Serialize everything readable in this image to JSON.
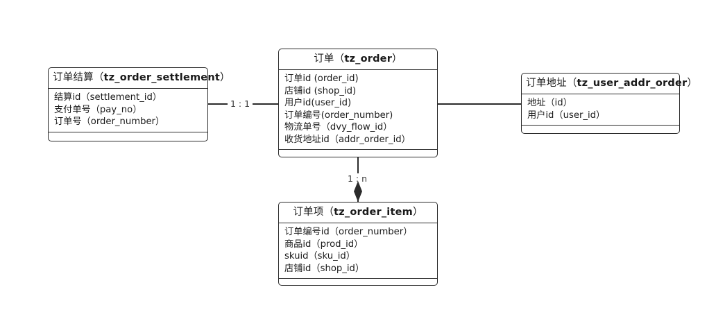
{
  "diagram": {
    "type": "er-diagram",
    "background": "#ffffff",
    "stroke_color": "#2b2b2b",
    "text_color": "#1a1a1a"
  },
  "entities": {
    "order_settlement": {
      "title_cn": "订单结算",
      "title_table": "tz_order_settlement",
      "title_full": "订单结算（tz_order_settlement）",
      "attrs": [
        "结算id（settlement_id）",
        "支付单号（pay_no）",
        "订单号（order_number）"
      ]
    },
    "order": {
      "title_cn": "订单",
      "title_table": "tz_order",
      "title_full": "订单（tz_order）",
      "attrs": [
        "订单id (order_id)",
        "店铺id (shop_id)",
        "用户id(user_id)",
        "订单编号(order_number)",
        "物流单号（dvy_flow_id）",
        "收货地址id（addr_order_id）"
      ]
    },
    "user_addr_order": {
      "title_cn": "订单地址",
      "title_table": "tz_user_addr_order",
      "title_full": "订单地址（tz_user_addr_order）",
      "attrs": [
        "地址（id）",
        "用户id（user_id）"
      ]
    },
    "order_item": {
      "title_cn": "订单项",
      "title_table": "tz_order_item",
      "title_full": "订单项（tz_order_item）",
      "attrs": [
        "订单编号id（order_number）",
        "商品id（prod_id）",
        "skuid（sku_id）",
        "店铺id（shop_id）"
      ]
    }
  },
  "relationships": [
    {
      "id": "settlement-order",
      "from": "order_settlement",
      "to": "order",
      "label": "1 : 1",
      "marker": "none"
    },
    {
      "id": "order-item",
      "from": "order",
      "to": "order_item",
      "label": "1 : n",
      "marker": "filled-diamond"
    },
    {
      "id": "order-address",
      "from": "order",
      "to": "user_addr_order",
      "label": "",
      "marker": "none"
    }
  ]
}
